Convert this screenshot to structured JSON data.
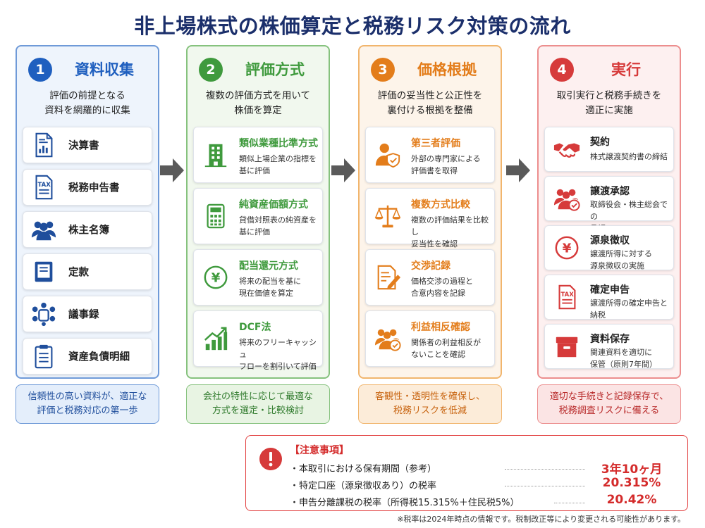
{
  "title": "非上場株式の株価算定と税務リスク対策の流れ",
  "colors": {
    "blue": "#1f5fbf",
    "green": "#3f9a3d",
    "orange": "#e37d1b",
    "red": "#d63a3a"
  },
  "columns": [
    {
      "num": "1",
      "title": "資料収集",
      "desc1": "評価の前提となる",
      "desc2": "資料を網羅的に収集",
      "items": [
        {
          "label": "決算書",
          "icon": "financial-statement-icon"
        },
        {
          "label": "税務申告書",
          "icon": "tax-form-icon"
        },
        {
          "label": "株主名簿",
          "icon": "shareholders-icon"
        },
        {
          "label": "定款",
          "icon": "articles-book-icon"
        },
        {
          "label": "議事録",
          "icon": "meeting-icon"
        },
        {
          "label": "資産負債明細",
          "icon": "clipboard-icon"
        }
      ],
      "foot1": "信頼性の高い資料が、適正な",
      "foot2": "評価と税務対応の第一歩"
    },
    {
      "num": "2",
      "title": "評価方式",
      "desc1": "複数の評価方式を用いて",
      "desc2": "株価を算定",
      "items": [
        {
          "title": "類似業種比準方式",
          "sub1": "類似上場企業の指標を",
          "sub2": "基に評価",
          "icon": "building-icon"
        },
        {
          "title": "純資産価額方式",
          "sub1": "貸借対照表の純資産を",
          "sub2": "基に評価",
          "icon": "calculator-icon"
        },
        {
          "title": "配当還元方式",
          "sub1": "将来の配当を基に",
          "sub2": "現在価値を算定",
          "icon": "yen-coin-icon"
        },
        {
          "title": "DCF法",
          "sub1": "将来のフリーキャッシュ",
          "sub2": "フローを割引いて評価",
          "icon": "growth-chart-icon"
        }
      ],
      "foot1": "会社の特性に応じて最適な",
      "foot2": "方式を選定・比較検討"
    },
    {
      "num": "3",
      "title": "価格根拠",
      "desc1": "評価の妥当性と公正性を",
      "desc2": "裏付ける根拠を整備",
      "items": [
        {
          "title": "第三者評価",
          "sub1": "外部の専門家による",
          "sub2": "評価書を取得",
          "icon": "expert-shield-icon"
        },
        {
          "title": "複数方式比較",
          "sub1": "複数の評価結果を比較し",
          "sub2": "妥当性を確認",
          "icon": "balance-scale-icon"
        },
        {
          "title": "交渉記録",
          "sub1": "価格交渉の過程と",
          "sub2": "合意内容を記録",
          "icon": "document-pen-icon"
        },
        {
          "title": "利益相反確認",
          "sub1": "関係者の利益相反が",
          "sub2": "ないことを確認",
          "icon": "group-check-icon"
        }
      ],
      "foot1": "客観性・透明性を確保し、",
      "foot2": "税務リスクを低減"
    },
    {
      "num": "4",
      "title": "実行",
      "desc1": "取引実行と税務手続きを",
      "desc2": "適正に実施",
      "items": [
        {
          "title": "契約",
          "sub1": "株式譲渡契約書の締結",
          "sub2": "",
          "icon": "handshake-icon"
        },
        {
          "title": "譲渡承認",
          "sub1": "取締役会・株主総会での",
          "sub2": "承認",
          "icon": "group-check-icon"
        },
        {
          "title": "源泉徴収",
          "sub1": "譲渡所得に対する",
          "sub2": "源泉徴収の実施",
          "icon": "yen-coin-icon"
        },
        {
          "title": "確定申告",
          "sub1": "譲渡所得の確定申告と",
          "sub2": "納税",
          "icon": "tax-form-icon"
        },
        {
          "title": "資料保存",
          "sub1": "関連資料を適切に",
          "sub2": "保管（原則7年間）",
          "icon": "archive-box-icon"
        }
      ],
      "foot1": "適切な手続きと記録保存で、",
      "foot2": "税務調査リスクに備える"
    }
  ],
  "note": {
    "title": "【注意事項】",
    "rows": [
      {
        "label": "・本取引における保有期間（参考）",
        "value": "3年10ヶ月"
      },
      {
        "label": "・特定口座（源泉徴収あり）の税率",
        "value": "20.315%"
      },
      {
        "label": "・申告分離課税の税率（所得税15.315%＋住民税5%）",
        "value": "20.42%"
      }
    ]
  },
  "footnote": "※税率は2024年時点の情報です。税制改正等により変更される可能性があります。"
}
